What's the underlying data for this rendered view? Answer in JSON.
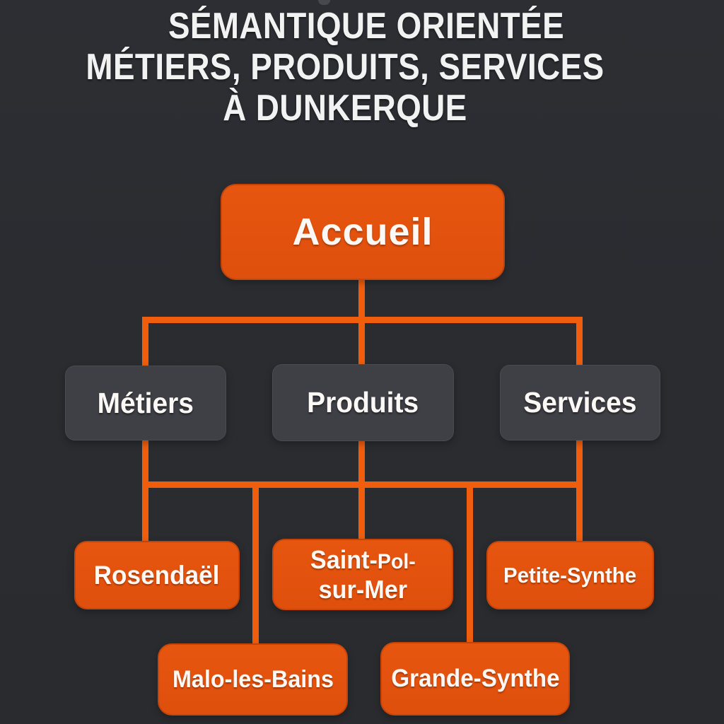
{
  "title": {
    "lines": [
      "SÉMANTIQUE ORIENTÉE",
      "MÉTIERS, PRODUITS, SERVICES",
      "À DUNKERQUE"
    ]
  },
  "sitemap": {
    "root": {
      "label": "Accueil"
    },
    "level2": [
      {
        "label": "Métiers"
      },
      {
        "label": "Produits"
      },
      {
        "label": "Services"
      }
    ],
    "level3": [
      {
        "label": "Rosendaël"
      },
      {
        "label": "Saint-Pol-sur-Mer",
        "line1_large": "Saint-",
        "line1_small": "Pol-",
        "line2": "sur-Mer"
      },
      {
        "label": "Petite-Synthe"
      },
      {
        "label": "Malo-les-Bains"
      },
      {
        "label": "Grande-Synthe"
      }
    ]
  },
  "colors": {
    "background": "#2a2c30",
    "node_orange": "#e2510e",
    "node_gray": "#3e4046",
    "connector_orange": "#ef5d0d",
    "text_white": "#f2f2f2"
  }
}
